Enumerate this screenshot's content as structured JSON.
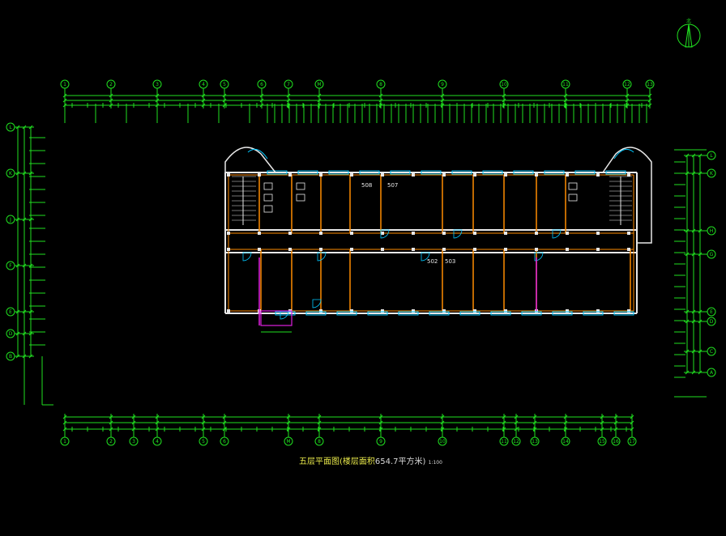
{
  "drawing": {
    "caption_title": "五层平面图(楼层面积",
    "caption_area": "654.7平方米)",
    "caption_scale": "1:100",
    "north_label": "北"
  },
  "grid_axes": {
    "top": [
      "1",
      "2",
      "3",
      "4",
      "5",
      "6",
      "7",
      "M",
      "8",
      "9",
      "10",
      "11",
      "12",
      "13"
    ],
    "bottom": [
      "1",
      "2",
      "3",
      "4",
      "5",
      "6",
      "M",
      "8",
      "9",
      "10",
      "11",
      "12",
      "13",
      "14",
      "15",
      "16",
      "17"
    ],
    "left": [
      "L",
      "K",
      "J",
      "F",
      "E",
      "D",
      "B"
    ],
    "right": [
      "L",
      "K",
      "H",
      "G",
      "E",
      "D",
      "C",
      "A"
    ]
  },
  "rooms": [
    {
      "id": "room-508",
      "label": "508"
    },
    {
      "id": "room-507",
      "label": "507"
    },
    {
      "id": "room-502",
      "label": "502"
    },
    {
      "id": "room-503",
      "label": "503"
    }
  ],
  "colors": {
    "background": "#000000",
    "dimension": "#20e020",
    "wall": "#ff8c00",
    "structure": "#e8e8e8",
    "window": "#00c8ff",
    "accent": "#e020e0",
    "caption": "#e8e84a"
  }
}
